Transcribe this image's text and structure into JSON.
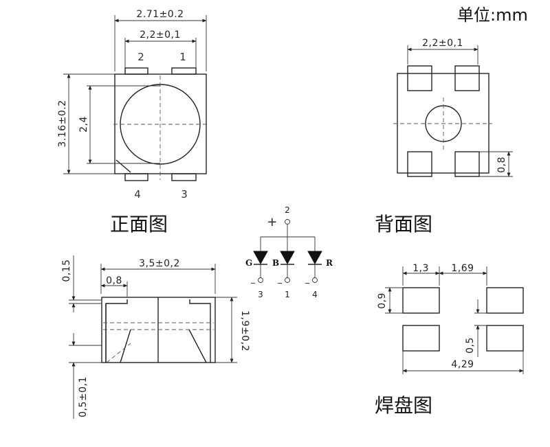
{
  "unit_label": "单位:mm",
  "front": {
    "title": "正面图",
    "dim_width": "2.71±0.2",
    "dim_pin_pitch": "2,2±0,1",
    "dim_height": "3.16±0.2",
    "dim_lens": "2,4",
    "pins": [
      "2",
      "1",
      "4",
      "3"
    ]
  },
  "back": {
    "title": "背面图",
    "dim_pitch": "2,2±0,1",
    "dim_pad": "0,8"
  },
  "side": {
    "dim_length": "3,5±0,2",
    "dim_pad": "0,8",
    "dim_top": "0,15",
    "dim_height": "1,9±0,2",
    "dim_bottom": "0,5±0,1"
  },
  "schematic": {
    "plus": "+",
    "common_pin": "2",
    "diodes": [
      {
        "color": "G",
        "pin": "3"
      },
      {
        "color": "B",
        "pin": "1"
      },
      {
        "color": "R",
        "pin": "4"
      }
    ],
    "minus": "_"
  },
  "pads": {
    "title": "焊盘图",
    "dim_pad_w": "1,3",
    "dim_gap": "1,69",
    "dim_pad_h": "0,9",
    "dim_space": "0,5",
    "dim_total": "4,29"
  }
}
